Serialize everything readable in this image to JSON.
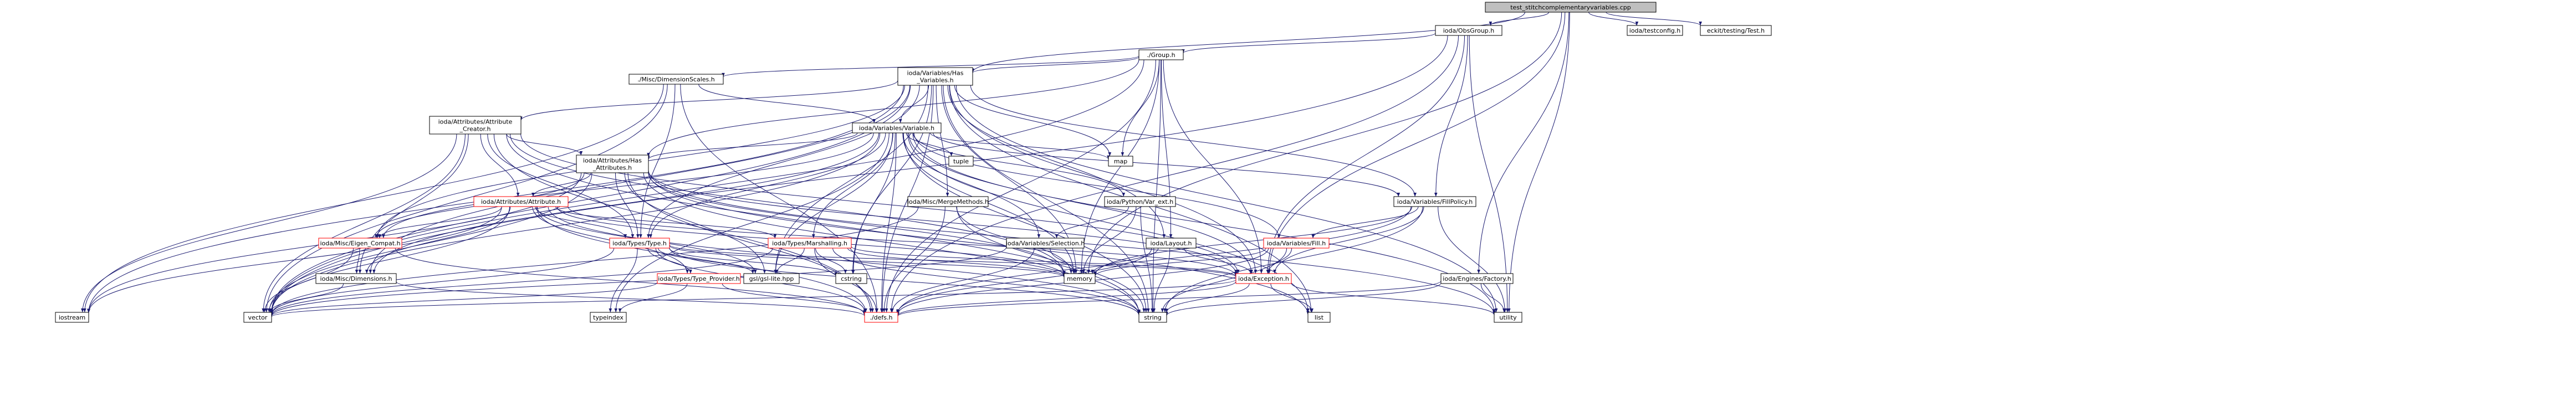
{
  "colors": {
    "root_fill": "#bfbfbf",
    "node_fill": "#ffffff",
    "edge": "#191970",
    "incomplete_border": "#ff0000"
  },
  "nodes": [
    {
      "id": "root",
      "lines": [
        "test_stitchcomplementaryvariables.cpp"
      ],
      "style": "root"
    },
    {
      "id": "obsgroup",
      "lines": [
        "ioda/ObsGroup.h"
      ]
    },
    {
      "id": "testconfig",
      "lines": [
        "ioda/testconfig.h"
      ]
    },
    {
      "id": "eckit",
      "lines": [
        "eckit/testing/Test.h"
      ]
    },
    {
      "id": "group",
      "lines": [
        "./Group.h"
      ]
    },
    {
      "id": "dimscales",
      "lines": [
        "./Misc/DimensionScales.h"
      ]
    },
    {
      "id": "hasvars",
      "lines": [
        "ioda/Variables/Has",
        "_Variables.h"
      ]
    },
    {
      "id": "attrcreator",
      "lines": [
        "ioda/Attributes/Attribute",
        "_Creator.h"
      ]
    },
    {
      "id": "variable",
      "lines": [
        "ioda/Variables/Variable.h"
      ]
    },
    {
      "id": "hasattrs",
      "lines": [
        "ioda/Attributes/Has",
        "_Attributes.h"
      ]
    },
    {
      "id": "tuple",
      "lines": [
        "tuple"
      ]
    },
    {
      "id": "map",
      "lines": [
        "map"
      ]
    },
    {
      "id": "attribute",
      "lines": [
        "ioda/Attributes/Attribute.h"
      ],
      "style": "red"
    },
    {
      "id": "mergemethods",
      "lines": [
        "ioda/Misc/MergeMethods.h"
      ]
    },
    {
      "id": "pythonvar",
      "lines": [
        "ioda/Python/Var_ext.h"
      ]
    },
    {
      "id": "fillpolicy",
      "lines": [
        "ioda/Variables/FillPolicy.h"
      ]
    },
    {
      "id": "eigen",
      "lines": [
        "ioda/Misc/Eigen_Compat.h"
      ],
      "style": "red"
    },
    {
      "id": "types",
      "lines": [
        "ioda/Types/Type.h"
      ],
      "style": "red"
    },
    {
      "id": "marshalling",
      "lines": [
        "ioda/Types/Marshalling.h"
      ],
      "style": "red"
    },
    {
      "id": "selection",
      "lines": [
        "ioda/Variables/Selection.h"
      ]
    },
    {
      "id": "layout",
      "lines": [
        "ioda/Layout.h"
      ]
    },
    {
      "id": "varfill",
      "lines": [
        "ioda/Variables/Fill.h"
      ],
      "style": "red"
    },
    {
      "id": "dimensions",
      "lines": [
        "ioda/Misc/Dimensions.h"
      ]
    },
    {
      "id": "typeprovider",
      "lines": [
        "ioda/Types/Type_Provider.h"
      ],
      "style": "red"
    },
    {
      "id": "gsl",
      "lines": [
        "gsl/gsl-lite.hpp"
      ]
    },
    {
      "id": "cstring",
      "lines": [
        "cstring"
      ]
    },
    {
      "id": "memory",
      "lines": [
        "memory"
      ]
    },
    {
      "id": "exception",
      "lines": [
        "ioda/Exception.h"
      ],
      "style": "red"
    },
    {
      "id": "enginefactory",
      "lines": [
        "ioda/Engines/Factory.h"
      ]
    },
    {
      "id": "iostream",
      "lines": [
        "iostream"
      ]
    },
    {
      "id": "vector",
      "lines": [
        "vector"
      ]
    },
    {
      "id": "typeindex",
      "lines": [
        "typeindex"
      ]
    },
    {
      "id": "defs",
      "lines": [
        "./defs.h"
      ],
      "style": "red"
    },
    {
      "id": "list",
      "lines": [
        "list"
      ]
    },
    {
      "id": "string",
      "lines": [
        "string"
      ]
    },
    {
      "id": "utility",
      "lines": [
        "utility"
      ]
    }
  ]
}
